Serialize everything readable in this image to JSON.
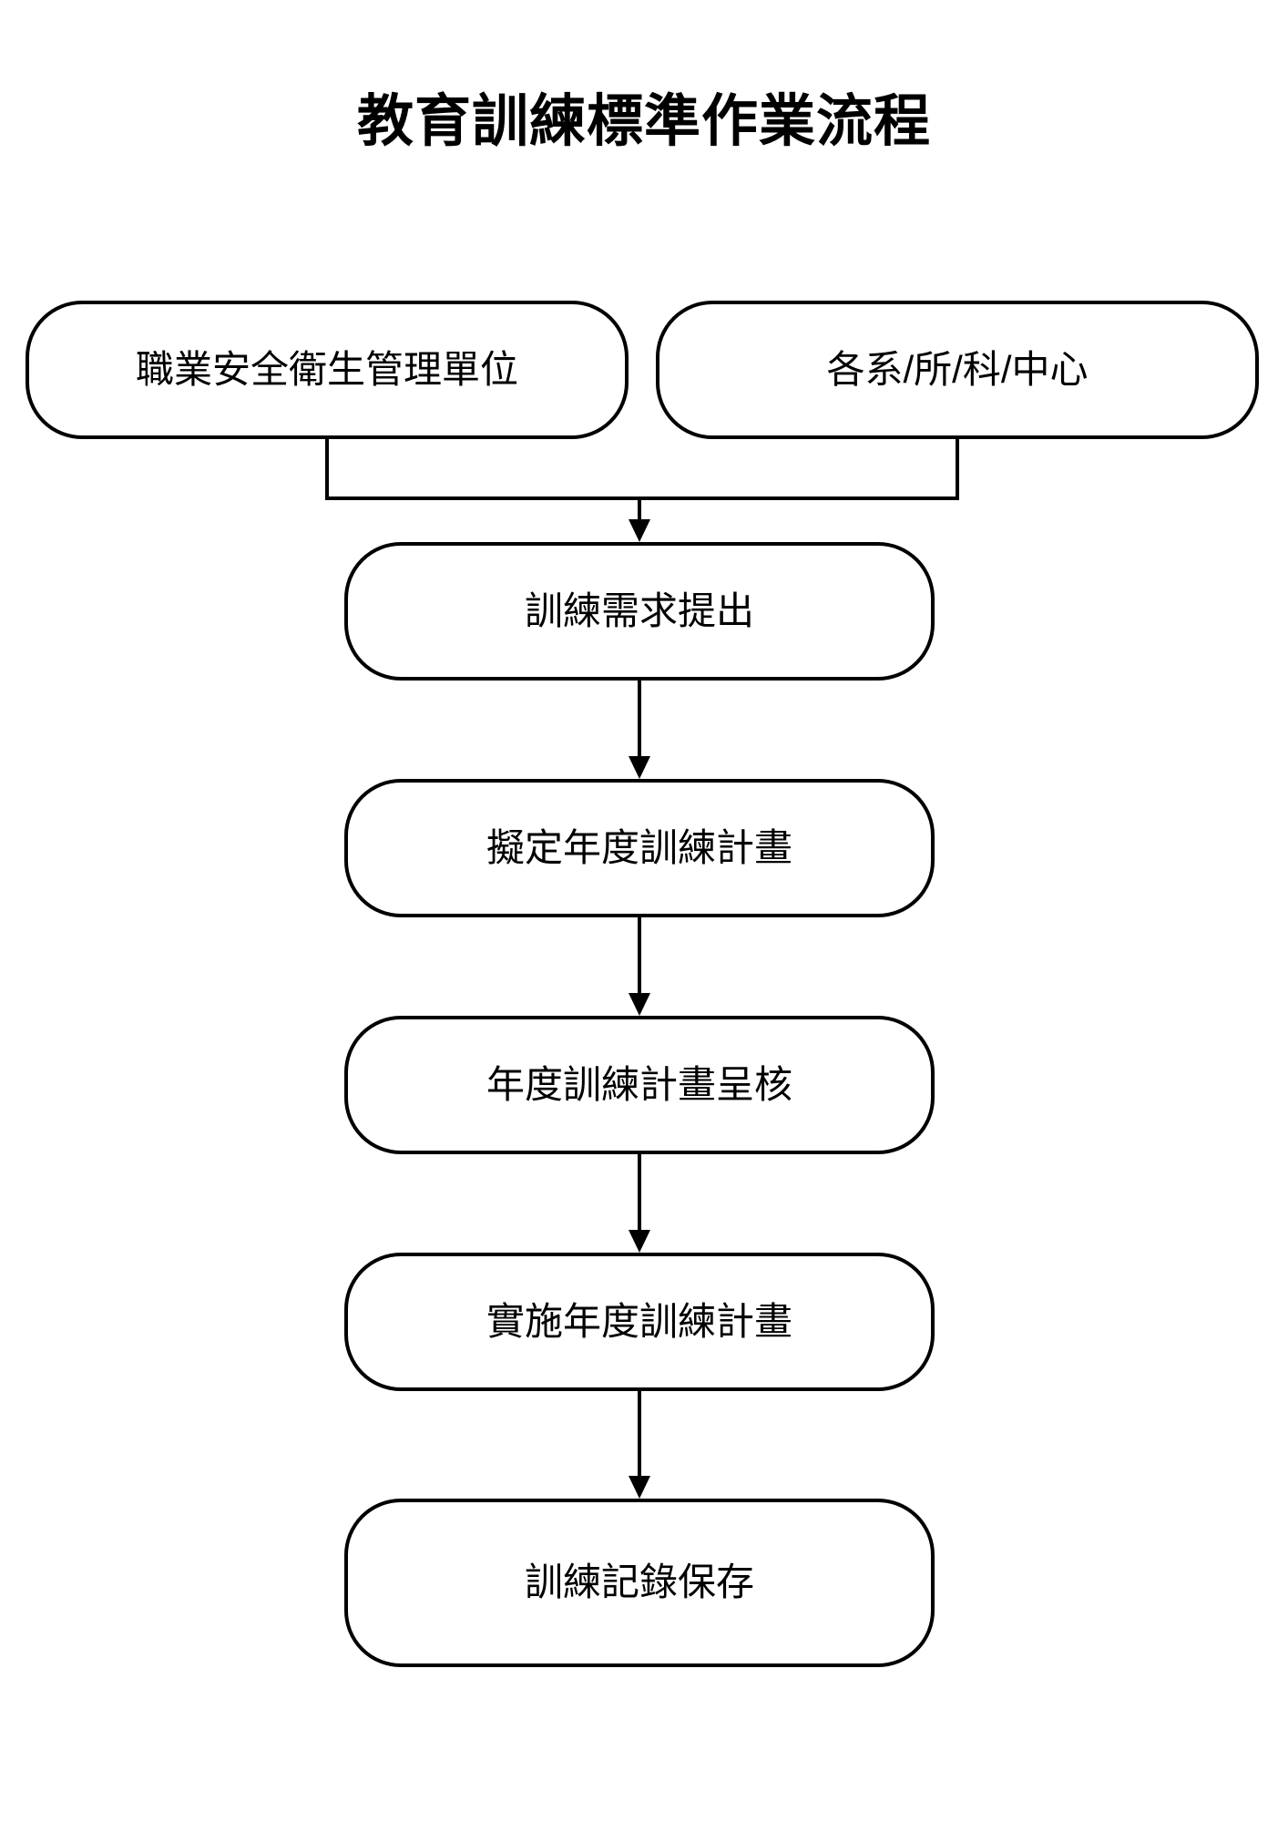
{
  "document": {
    "title": "教育訓練標準作業流程"
  },
  "chart_data": {
    "type": "diagram",
    "diagram_kind": "flowchart",
    "orientation": "top-to-bottom",
    "title": "教育訓練標準作業流程",
    "nodes": [
      {
        "id": "dept",
        "label": "職業安全衛生管理單位",
        "shape": "rounded-rectangle",
        "row": 0,
        "column": "left"
      },
      {
        "id": "units",
        "label": "各系/所/科/中心",
        "shape": "rounded-rectangle",
        "row": 0,
        "column": "right"
      },
      {
        "id": "request",
        "label": "訓練需求提出",
        "shape": "rounded-rectangle",
        "row": 1,
        "column": "center"
      },
      {
        "id": "plan",
        "label": "擬定年度訓練計畫",
        "shape": "rounded-rectangle",
        "row": 2,
        "column": "center"
      },
      {
        "id": "approve",
        "label": "年度訓練計畫呈核",
        "shape": "rounded-rectangle",
        "row": 3,
        "column": "center"
      },
      {
        "id": "execute",
        "label": "實施年度訓練計畫",
        "shape": "rounded-rectangle",
        "row": 4,
        "column": "center"
      },
      {
        "id": "archive",
        "label": "訓練記錄保存",
        "shape": "rounded-rectangle",
        "row": 5,
        "column": "center"
      }
    ],
    "edges": [
      {
        "from": "dept",
        "to": "request",
        "style": "elbow-merge",
        "arrow": true
      },
      {
        "from": "units",
        "to": "request",
        "style": "elbow-merge",
        "arrow": true
      },
      {
        "from": "request",
        "to": "plan",
        "style": "straight",
        "arrow": true
      },
      {
        "from": "plan",
        "to": "approve",
        "style": "straight",
        "arrow": true
      },
      {
        "from": "approve",
        "to": "execute",
        "style": "straight",
        "arrow": true
      },
      {
        "from": "execute",
        "to": "archive",
        "style": "straight",
        "arrow": true
      }
    ],
    "colors": {
      "background": "#ffffff",
      "stroke": "#000000",
      "text": "#000000",
      "fill": "#ffffff"
    }
  }
}
